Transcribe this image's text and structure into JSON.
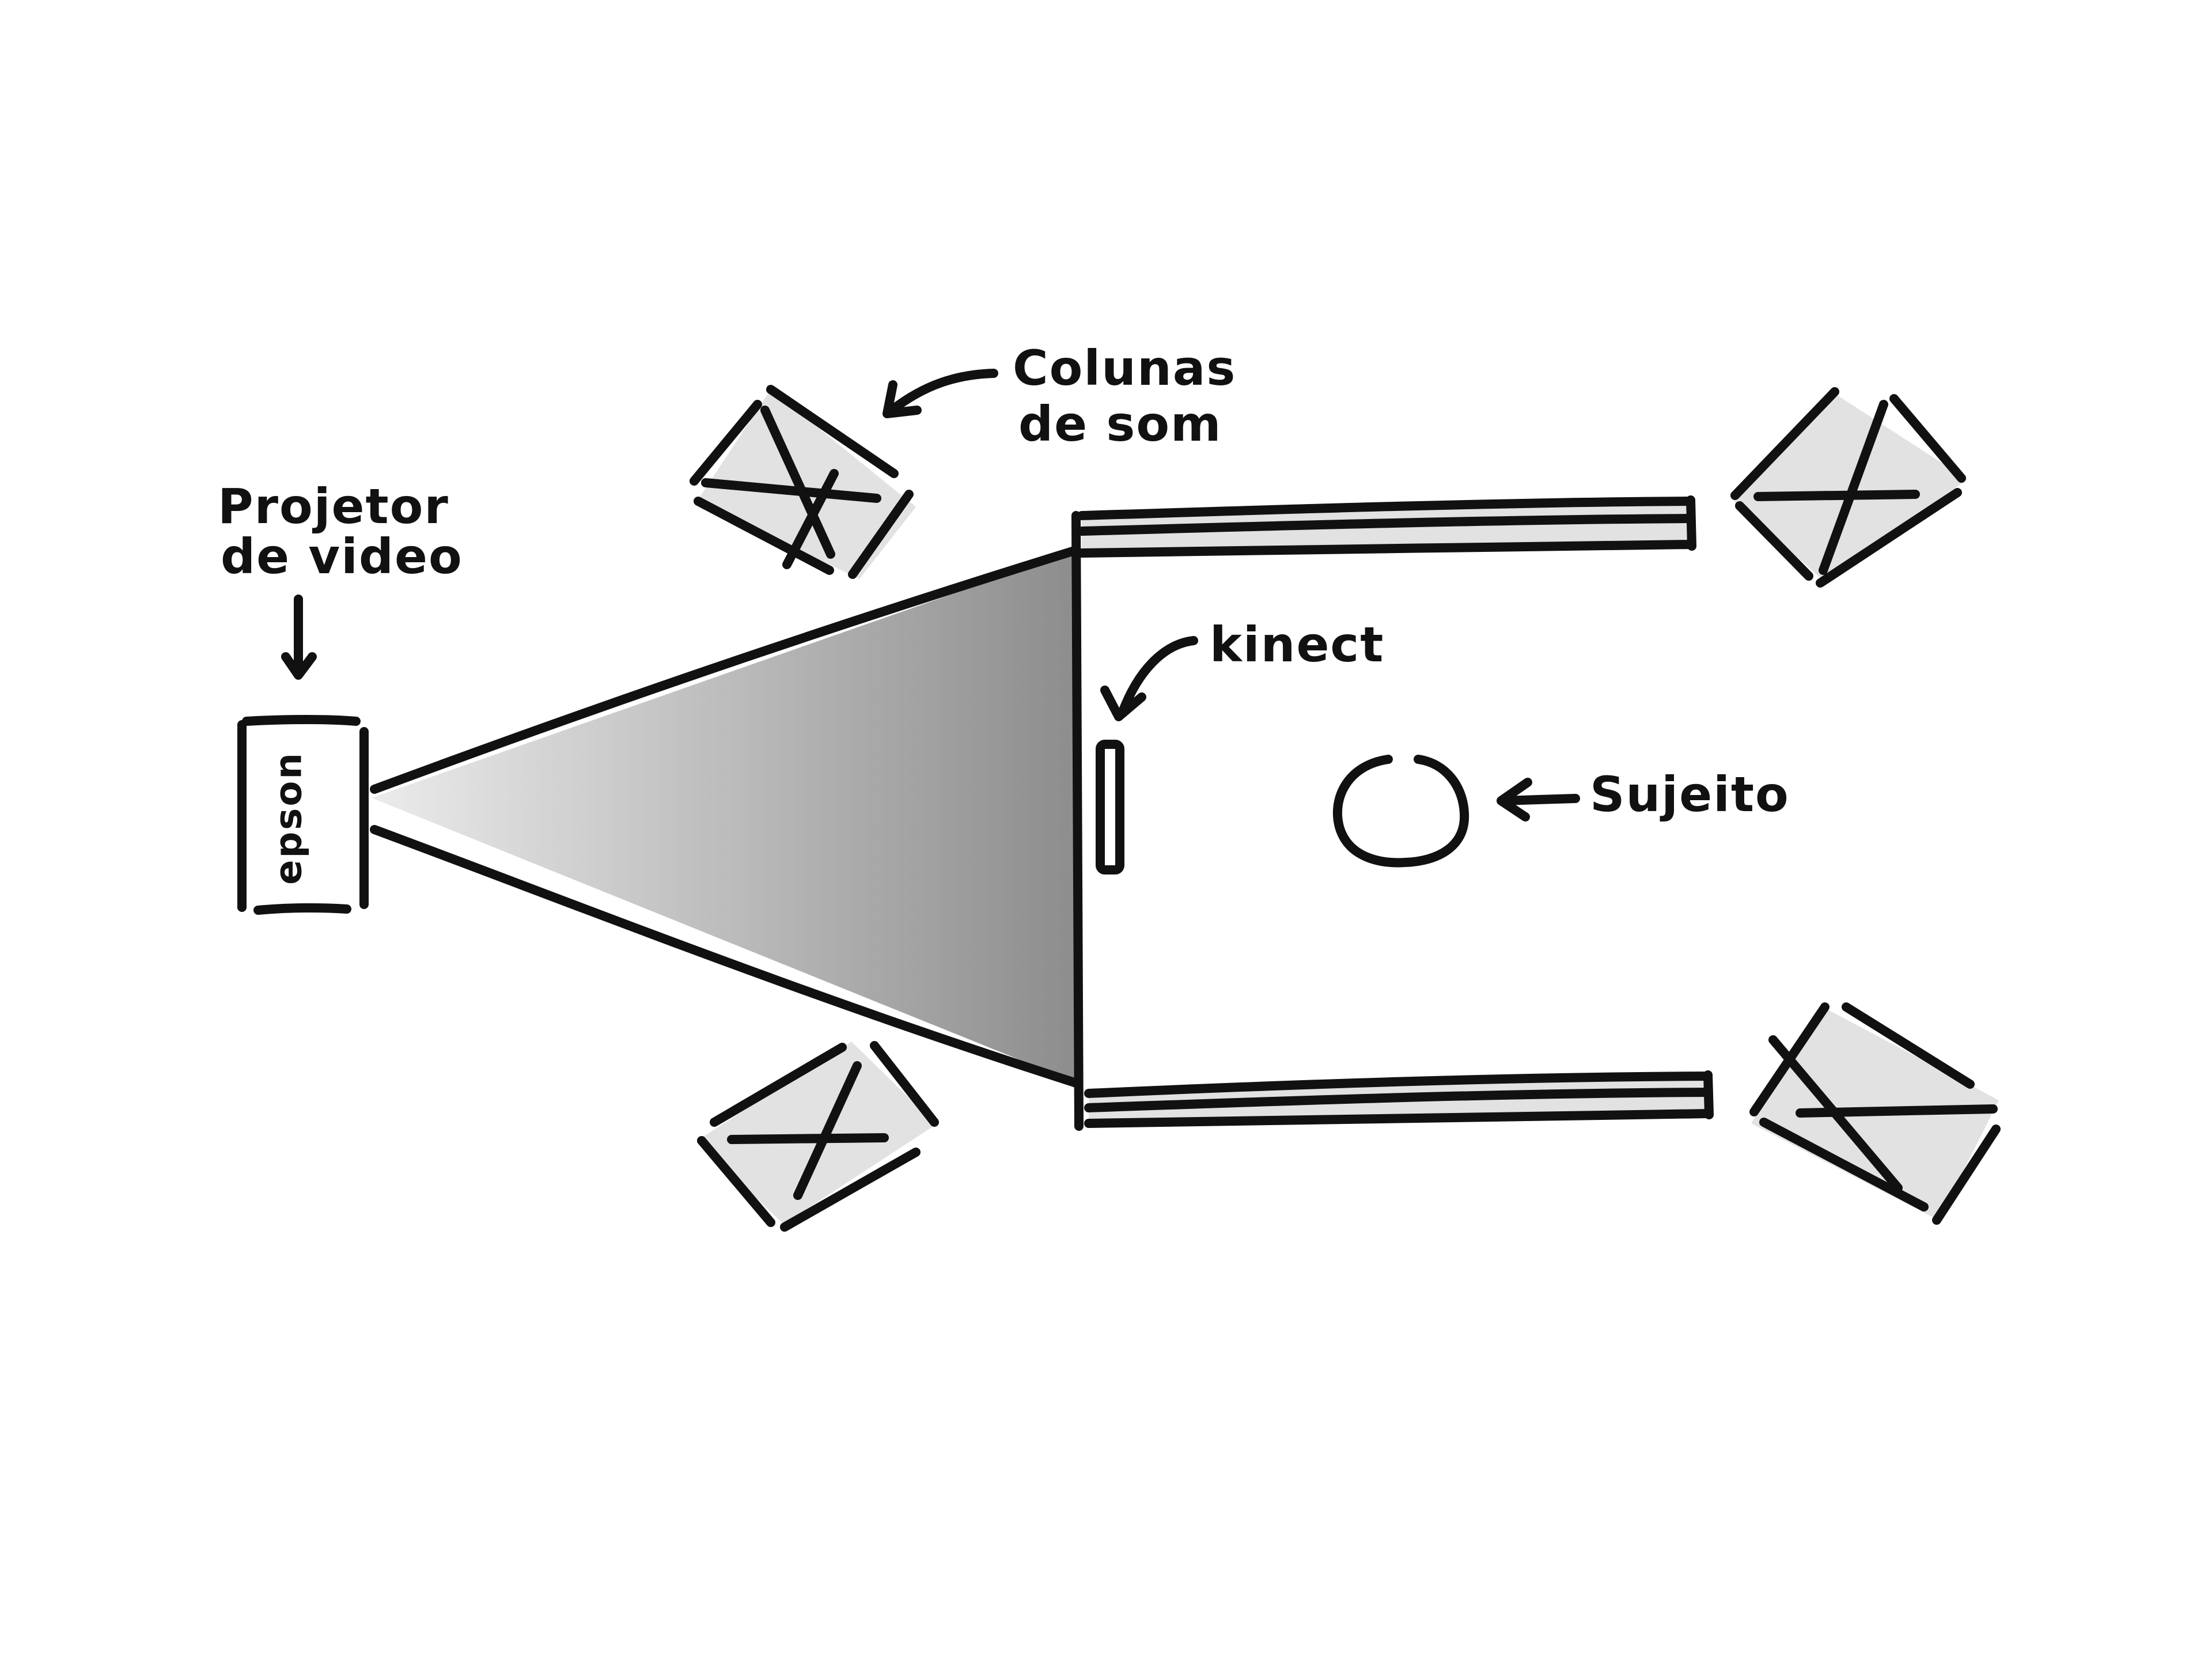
{
  "labels": {
    "projector_line1": "Projetor",
    "projector_line2": "de video",
    "projector_brand": "epson",
    "speakers_line1": "Colunas",
    "speakers_line2": "de som",
    "kinect": "kinect",
    "subject": "Sujeito"
  },
  "colors": {
    "stroke": "#111111",
    "speaker_fill": "#e2e2e2",
    "wall_fill": "#e2e2e2",
    "beam_start": "#ececec",
    "beam_end": "#8c8c8c",
    "background": "#ffffff"
  }
}
